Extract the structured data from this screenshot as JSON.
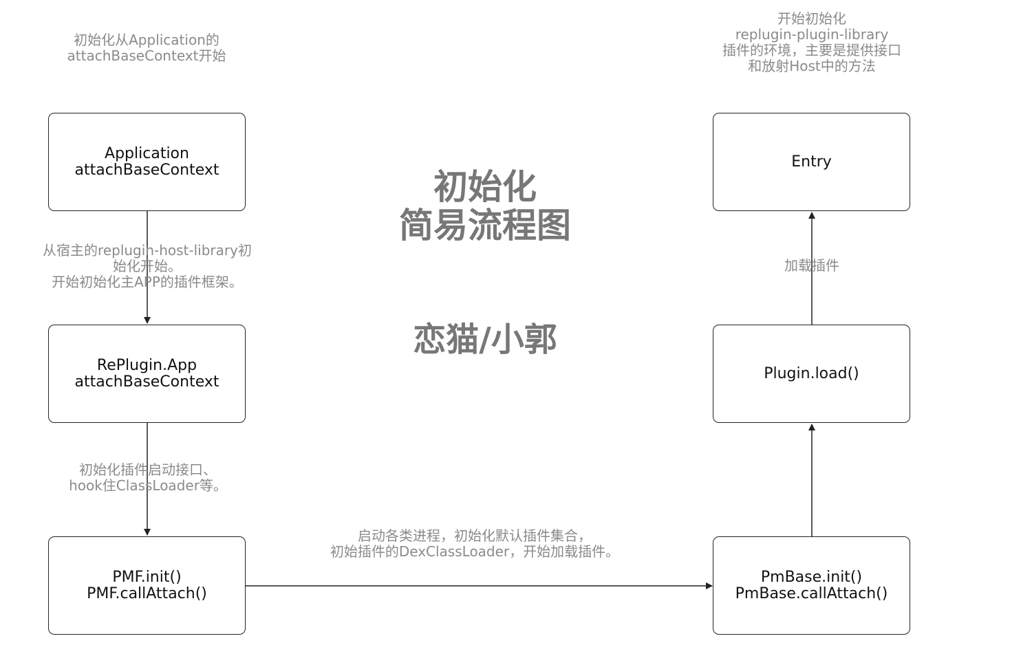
{
  "title": {
    "line1": "初始化",
    "line2": "简易流程图"
  },
  "author": "恋猫/小郭",
  "nodes": {
    "application": {
      "line1": "Application",
      "line2": "attachBaseContext"
    },
    "replugin_app": {
      "line1": "RePlugin.App",
      "line2": "attachBaseContext"
    },
    "pmf": {
      "line1": "PMF.init()",
      "line2": "PMF.callAttach()"
    },
    "pmbase": {
      "line1": "PmBase.init()",
      "line2": "PmBase.callAttach()"
    },
    "plugin_load": {
      "line1": "Plugin.load()"
    },
    "entry": {
      "line1": "Entry"
    }
  },
  "notes": {
    "top_left": {
      "line1": "初始化从Application的",
      "line2": "attachBaseContext开始"
    },
    "top_right": {
      "line1": "开始初始化",
      "line2": "replugin-plugin-library",
      "line3": "插件的环境，主要是提供接口",
      "line4": "和放射Host中的方法"
    },
    "edge_app_to_replugin": {
      "line1": "从宿主的replugin-host-library初",
      "line2": "始化开始。",
      "line3": "开始初始化主APP的插件框架。"
    },
    "edge_replugin_to_pmf": {
      "line1": "初始化插件启动接口、",
      "line2": "hook住ClassLoader等。"
    },
    "edge_pmf_to_pmbase": {
      "line1": "启动各类进程，初始化默认插件集合，",
      "line2": "初始插件的DexClassLoader，开始加载插件。"
    },
    "edge_load_to_entry": {
      "line1": "加载插件"
    }
  },
  "colors": {
    "stroke": "#222222",
    "note_text": "#8a8a8a",
    "title_text": "#777777"
  }
}
